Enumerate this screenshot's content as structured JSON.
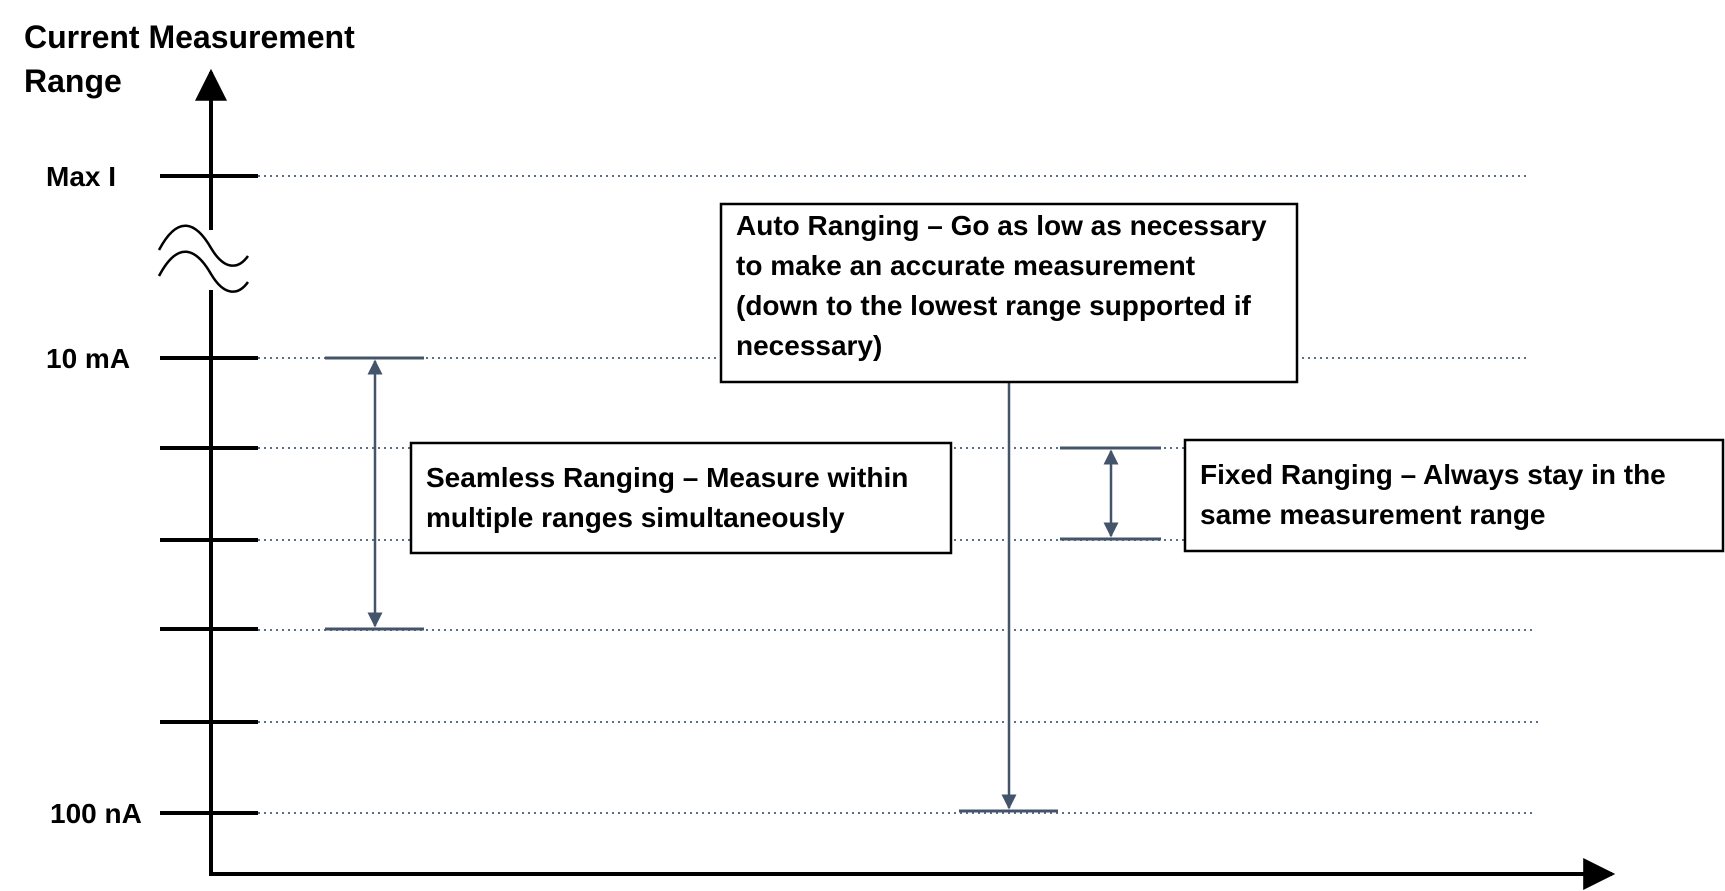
{
  "axis": {
    "y_title_line1": "Current Measurement",
    "y_title_line2": "Range",
    "tick_max": "Max I",
    "tick_10ma": "10 mA",
    "tick_100na": "100 nA"
  },
  "boxes": {
    "seamless": [
      "Seamless Ranging – Measure within",
      "multiple ranges simultaneously"
    ],
    "auto": [
      "Auto Ranging – Go as low as necessary",
      "to make an accurate measurement",
      "(down to the lowest range supported if",
      "necessary)"
    ],
    "fixed": [
      "Fixed Ranging – Always stay in the",
      "same measurement range"
    ]
  },
  "colors": {
    "axis": "#000000",
    "grid_dots": "#5a6f8a",
    "range_markers": "#44546a"
  }
}
